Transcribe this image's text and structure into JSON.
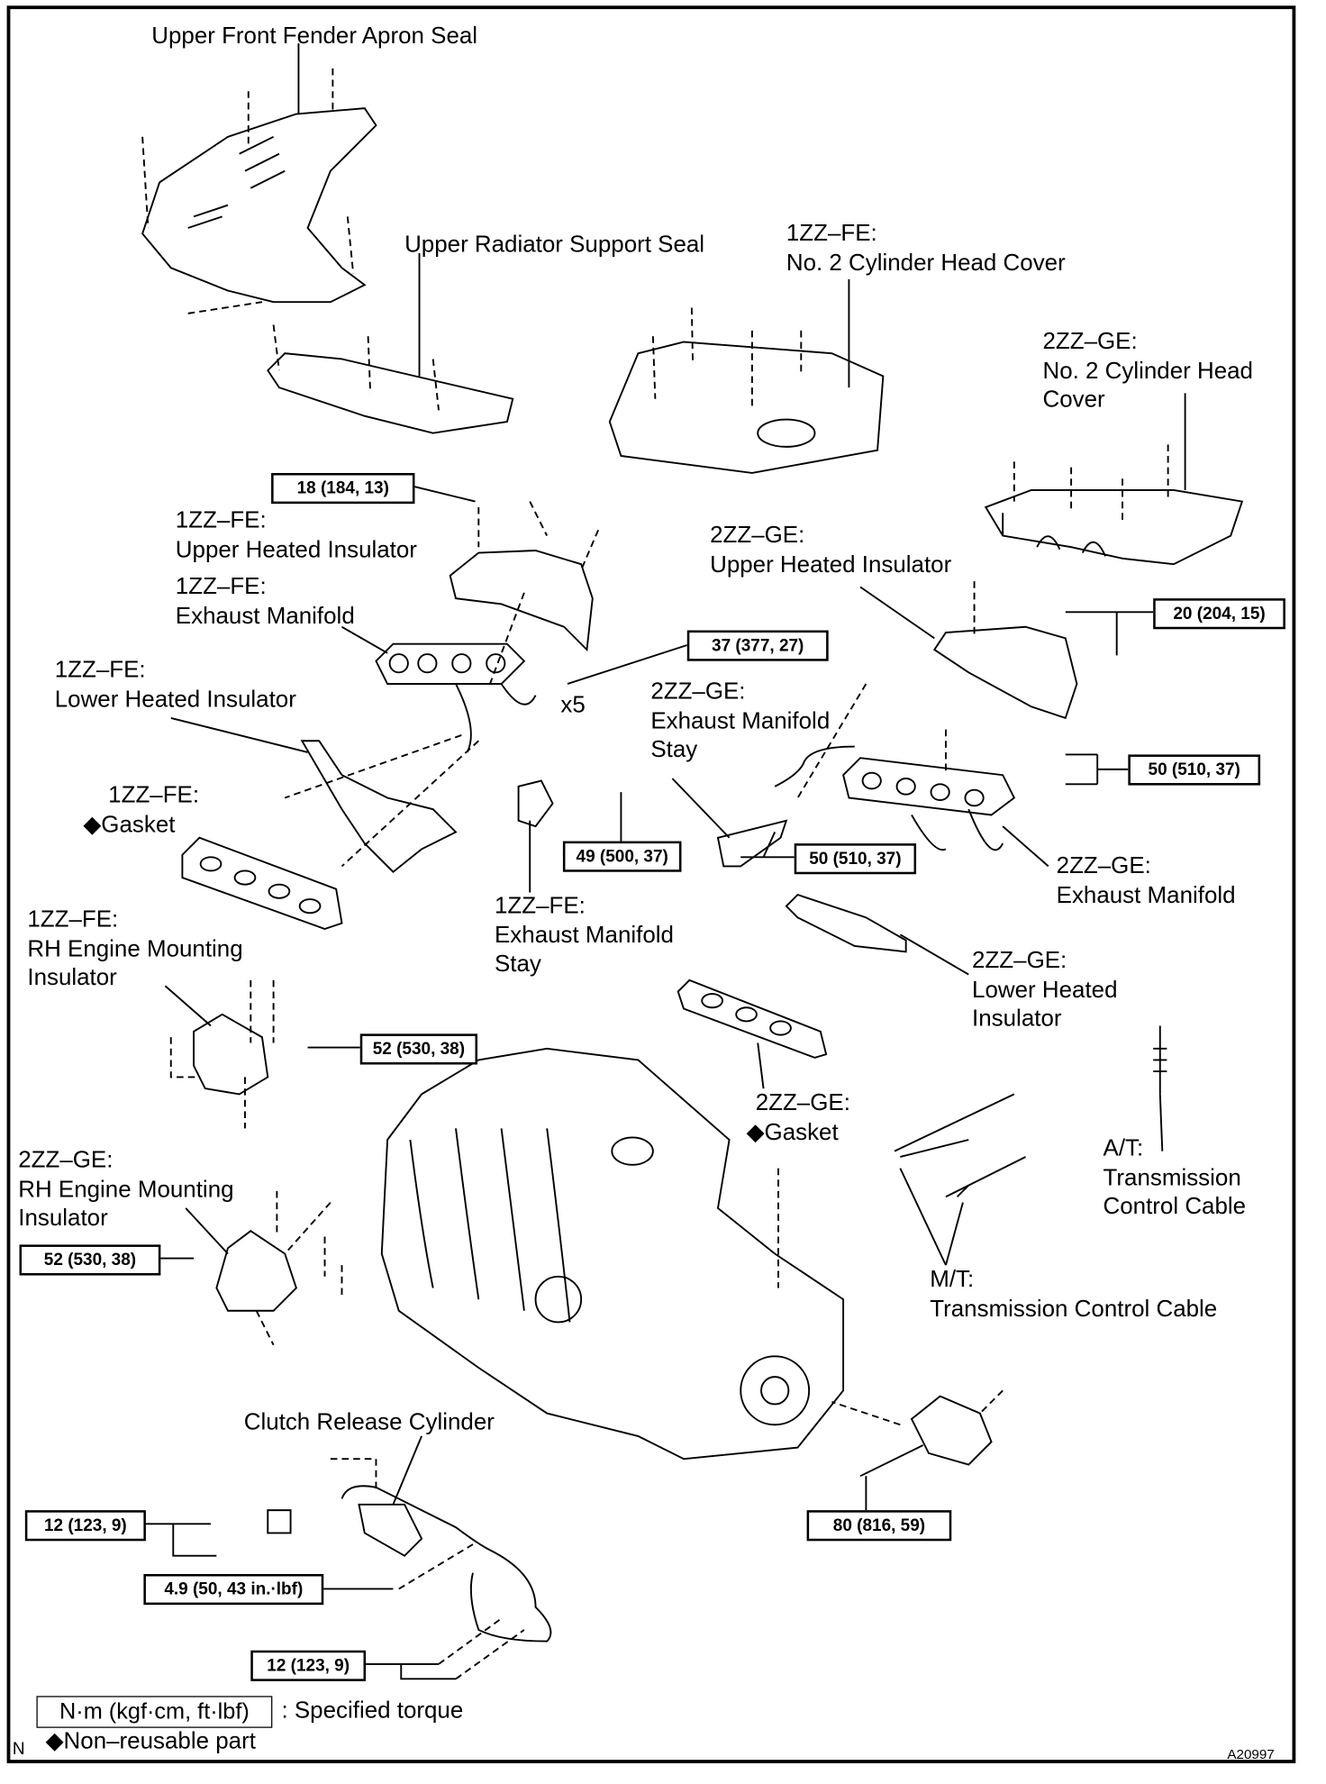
{
  "labels": {
    "apron_seal": [
      "Upper Front Fender Apron Seal"
    ],
    "radiator_seal": [
      "Upper Radiator Support Seal"
    ],
    "head_cover_1zz": [
      "1ZZ–FE:",
      "No. 2 Cylinder Head Cover"
    ],
    "head_cover_2zz": [
      "2ZZ–GE:",
      "No. 2 Cylinder Head",
      "Cover"
    ],
    "upper_insulator_1zz": [
      "1ZZ–FE:",
      "Upper Heated Insulator"
    ],
    "exhaust_manifold_1zz": [
      "1ZZ–FE:",
      "Exhaust Manifold"
    ],
    "upper_insulator_2zz": [
      "2ZZ–GE:",
      "Upper Heated Insulator"
    ],
    "lower_insulator_1zz": [
      "1ZZ–FE:",
      "Lower Heated Insulator"
    ],
    "manifold_stay_2zz": [
      "2ZZ–GE:",
      "Exhaust Manifold",
      "Stay"
    ],
    "gasket_1zz": [
      "1ZZ–FE:",
      "◆Gasket"
    ],
    "exhaust_manifold_2zz": [
      "2ZZ–GE:",
      "Exhaust Manifold"
    ],
    "manifold_stay_1zz": [
      "1ZZ–FE:",
      "Exhaust Manifold",
      "Stay"
    ],
    "mount_1zz": [
      "1ZZ–FE:",
      "RH Engine Mounting",
      "Insulator"
    ],
    "lower_insulator_2zz": [
      "2ZZ–GE:",
      "Lower Heated",
      "Insulator"
    ],
    "gasket_2zz": [
      "2ZZ–GE:",
      "◆Gasket"
    ],
    "at_cable": [
      "A/T:",
      "Transmission",
      "Control Cable"
    ],
    "mount_2zz": [
      "2ZZ–GE:",
      "RH Engine Mounting",
      "Insulator"
    ],
    "mt_cable": [
      "M/T:",
      "Transmission Control Cable"
    ],
    "clutch_cylinder": [
      "Clutch Release Cylinder"
    ],
    "x5": [
      "x5"
    ]
  },
  "torques": {
    "t18": "18 (184, 13)",
    "t20": "20 (204, 15)",
    "t37": "37 (377, 27)",
    "t50a": "50 (510, 37)",
    "t49": "49 (500, 37)",
    "t50b": "50 (510, 37)",
    "t52a": "52 (530, 38)",
    "t52b": "52 (530, 38)",
    "t12a": "12 (123, 9)",
    "t80": "80 (816, 59)",
    "t49b": "4.9 (50, 43 in.·lbf)",
    "t12b": "12 (123, 9)"
  },
  "legend": {
    "torque_unit": "N·m (kgf·cm, ft·lbf)",
    "torque_desc": ": Specified torque",
    "non_reusable": "◆Non–reusable part"
  },
  "corner_mark": "N",
  "figure_code": "A20997"
}
